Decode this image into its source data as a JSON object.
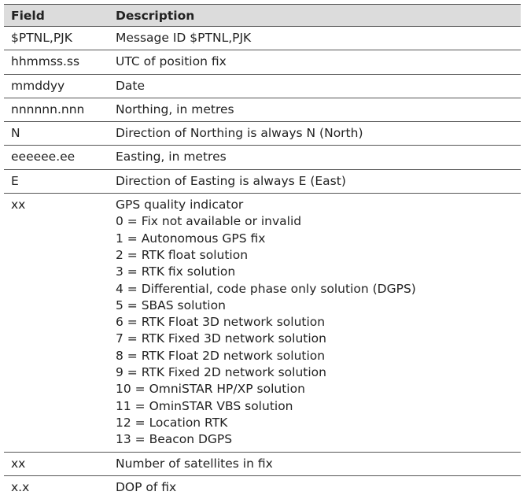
{
  "headers": {
    "field": "Field",
    "description": "Description"
  },
  "rows": [
    {
      "field": "$PTNL,PJK",
      "description": [
        "Message ID $PTNL,PJK"
      ]
    },
    {
      "field": "hhmmss.ss",
      "description": [
        "UTC of position fix"
      ]
    },
    {
      "field": "mmddyy",
      "description": [
        "Date"
      ]
    },
    {
      "field": "nnnnnn.nnn",
      "description": [
        "Northing, in metres"
      ]
    },
    {
      "field": "N",
      "description": [
        "Direction of Northing is always N (North)"
      ]
    },
    {
      "field": "eeeeee.ee",
      "description": [
        "Easting, in metres"
      ]
    },
    {
      "field": "E",
      "description": [
        "Direction of Easting is always E (East)"
      ]
    },
    {
      "field": "xx",
      "description": [
        "GPS quality indicator",
        "0 = Fix not available or invalid",
        "1 = Autonomous GPS fix",
        "2 = RTK float solution",
        "3 = RTK fix solution",
        "4 = Differential, code phase only solution (DGPS)",
        "5 = SBAS solution",
        "6 = RTK Float 3D network solution",
        "7 = RTK Fixed 3D network solution",
        "8 = RTK Float 2D network solution",
        "9 = RTK Fixed 2D network solution",
        "10 = OmniSTAR HP/XP solution",
        "11 = OminSTAR VBS solution",
        "12 = Location RTK",
        "13 = Beacon DGPS"
      ]
    },
    {
      "field": "xx",
      "description": [
        "Number of satellites in fix"
      ]
    },
    {
      "field": "x.x",
      "description": [
        "DOP of fix"
      ]
    }
  ]
}
